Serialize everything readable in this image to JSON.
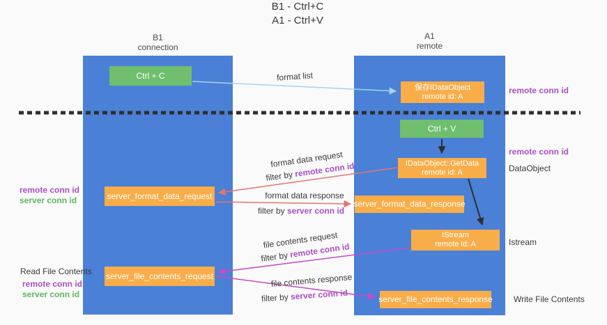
{
  "title": [
    "B1 - Ctrl+C",
    "A1 - Ctrl+V"
  ],
  "columns": {
    "left": {
      "header": [
        "B1",
        "connection"
      ]
    },
    "right": {
      "header": [
        "A1",
        "remote"
      ]
    }
  },
  "boxes": {
    "ctrl_c": "Ctrl + C",
    "ctrl_v": "Ctrl + V",
    "save_idataobject": [
      "保存IDataObject",
      "remote id: A"
    ],
    "getdata": [
      "IDataObject::GetData",
      "remote id: A"
    ],
    "istream": [
      "IStream",
      "remote id: A"
    ],
    "format_request": "server_format_data_request",
    "format_response": "server_format_data_response",
    "file_request": "server_file_contents_request",
    "file_response": "server_file_contents_response"
  },
  "left_annotations": {
    "format_remote": "remote conn id",
    "format_server": "server conn id",
    "read_title": "Read File Contents",
    "file_remote": "remote conn id",
    "file_server": "server conn id"
  },
  "right_annotations": {
    "top_remote": "remote conn id",
    "mid_remote": "remote conn id",
    "dataobject": "DataObject",
    "istream": "Istream",
    "write_title": "Write File Contents"
  },
  "arrow_labels": {
    "format_list": "format list",
    "format_request_line": "format data request",
    "format_request_filter": "filter by ",
    "format_request_id": "remote conn id",
    "format_response_line": "format data response",
    "format_response_filter": "filter by ",
    "format_response_id": "server conn id",
    "file_request_line": "file contents request",
    "file_request_filter": "filter by ",
    "file_request_id": "remote conn id",
    "file_response_line": "file contents response",
    "file_response_filter": "filter by ",
    "file_response_id": "server conn id"
  },
  "colors": {
    "column_blue": "#4a80d6",
    "box_green": "#6fbf6e",
    "box_orange": "#f9ad49",
    "arrow_salmon": "#e87272",
    "arrow_magenta": "#c94ac9",
    "arrow_lightblue": "#a8d2f0",
    "text_purple": "#ab4ec4",
    "text_green": "#5cb85c"
  }
}
